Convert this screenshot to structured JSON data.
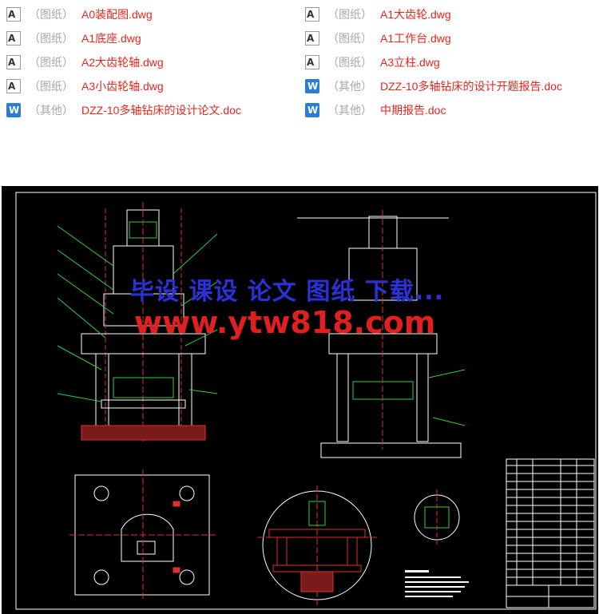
{
  "files": [
    {
      "icon": "dwg",
      "category": "（图纸）",
      "name": "A0装配图.dwg"
    },
    {
      "icon": "dwg",
      "category": "（图纸）",
      "name": "A1大齿轮.dwg"
    },
    {
      "icon": "dwg",
      "category": "（图纸）",
      "name": "A1底座.dwg"
    },
    {
      "icon": "dwg",
      "category": "（图纸）",
      "name": "A1工作台.dwg"
    },
    {
      "icon": "dwg",
      "category": "（图纸）",
      "name": "A2大齿轮轴.dwg"
    },
    {
      "icon": "dwg",
      "category": "（图纸）",
      "name": "A3立柱.dwg"
    },
    {
      "icon": "dwg",
      "category": "（图纸）",
      "name": "A3小齿轮轴.dwg"
    },
    {
      "icon": "doc",
      "category": "（其他）",
      "name": "DZZ-10多轴钻床的设计开题报告.doc"
    },
    {
      "icon": "doc",
      "category": "（其他）",
      "name": "DZZ-10多轴钻床的设计论文.doc"
    },
    {
      "icon": "doc",
      "category": "（其他）",
      "name": "中期报告.doc"
    }
  ],
  "watermark": {
    "line1": "毕设 课设 论文 图纸 下载...",
    "line2": "www.ytw818.com"
  },
  "colors": {
    "link": "#e8261c",
    "category": "#a8a8a8",
    "cad_background": "#000000",
    "cad_lines": "#ffffff",
    "cad_section": "#e0302a",
    "cad_green": "#2fcf3a",
    "cad_blue": "#3050ff"
  }
}
